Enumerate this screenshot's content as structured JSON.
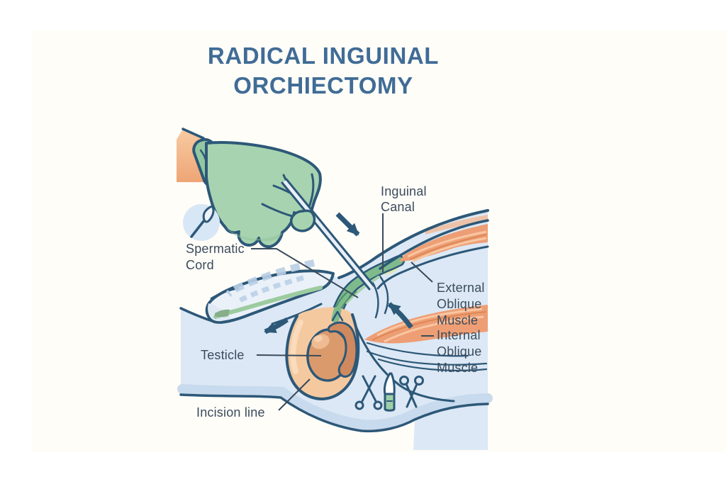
{
  "page": {
    "title": "RADICAL INGUINAL ORCHIECTOMY",
    "title_color": "#406c96",
    "background_color": "#fffdf8"
  },
  "labels": {
    "inguinal_canal": {
      "lines": [
        "Inguinal",
        "Canal"
      ]
    },
    "spermatic_cord": {
      "lines": [
        "Spermatic",
        "Cord"
      ]
    },
    "external_oblique": {
      "lines": [
        "External",
        "Oblique",
        "Muscle"
      ]
    },
    "internal_oblique": {
      "lines": [
        "Internal",
        "Oblique",
        "Muscle"
      ]
    },
    "testicle": {
      "lines": [
        "Testicle"
      ]
    },
    "incision_line": {
      "lines": [
        "Incision line"
      ]
    }
  },
  "icons": {
    "badge": "scalpel-badge-icon",
    "bottom_tools": [
      "hemostat-icon",
      "scalpel-icon",
      "scissors-icon"
    ],
    "arrows": [
      "arrow-down-right",
      "arrow-down-left",
      "arrow-up-left"
    ]
  },
  "colors": {
    "outline": "#2d5878",
    "label_text": "#3a4b5c",
    "body_fill": "#dce8f5",
    "band_fill": "#c8daed",
    "muscle": "#ee9e74",
    "muscle_highlight": "#f8c7a3",
    "glove_green": "#a7d3b0",
    "cord_green": "#7fba8d",
    "skin": "#f5bb8e",
    "scrotum": "#f5c9a0",
    "testicle": "#db9a6c"
  }
}
